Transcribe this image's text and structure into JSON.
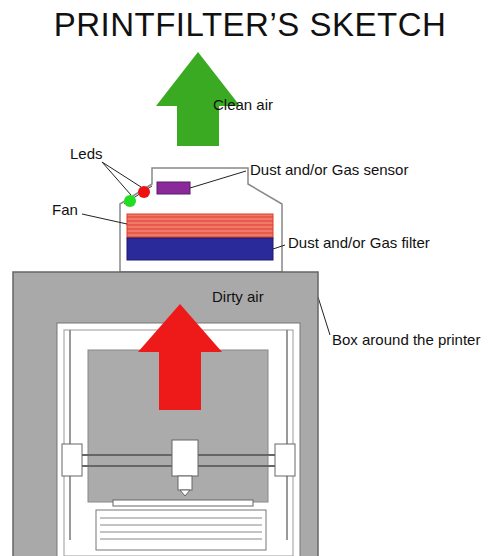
{
  "diagram": {
    "title": "PRINTFILTER’S SKETCH",
    "labels": [
      "Clean air",
      "Leds",
      "Dust and/or Gas sensor",
      "Fan",
      "Dust and/or Gas filter",
      "Dirty air",
      "Box around the printer"
    ]
  }
}
